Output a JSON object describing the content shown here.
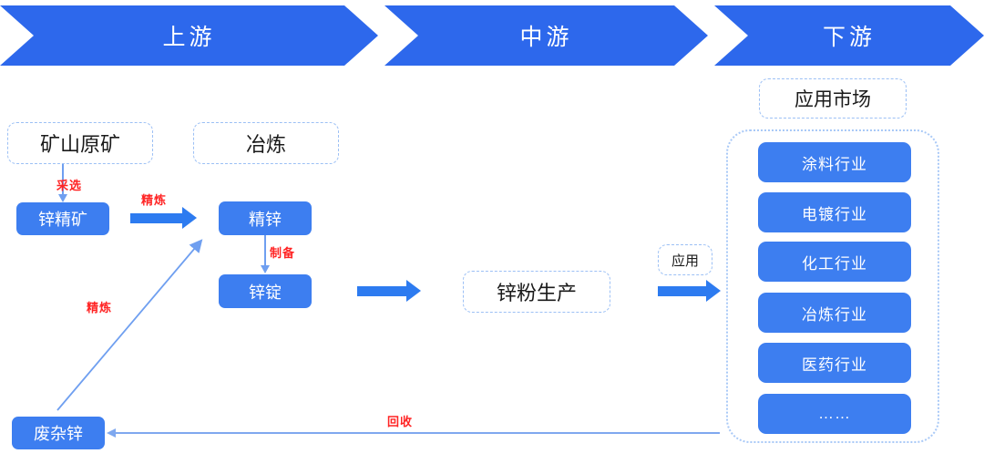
{
  "banner": {
    "stages": [
      {
        "label": "上游"
      },
      {
        "label": "中游"
      },
      {
        "label": "下游"
      }
    ]
  },
  "nodes": {
    "mine": "矿山原矿",
    "smelting": "冶炼",
    "zinc_concentrate": "锌精矿",
    "refined_zinc": "精锌",
    "zinc_ingot": "锌锭",
    "zinc_powder_production": "锌粉生产",
    "scrap_zinc": "废杂锌",
    "application": "应用",
    "application_market": "应用市场"
  },
  "edge_labels": {
    "mining_selection": "采选",
    "refining_top": "精炼",
    "preparation": "制备",
    "refining_bottom": "精炼",
    "recycling": "回收"
  },
  "industries": [
    {
      "label": "涂料行业"
    },
    {
      "label": "电镀行业"
    },
    {
      "label": "化工行业"
    },
    {
      "label": "冶炼行业"
    },
    {
      "label": "医药行业"
    },
    {
      "label": "……"
    }
  ],
  "colors": {
    "banner_blue": "#2d68ec",
    "box_blue": "#3d7ef0",
    "dashed_border": "#9cc0f5",
    "dotted_border": "#a9c9f7",
    "arrow_blue": "#2d7bf0",
    "thin_line": "#7fa8ef",
    "label_red": "#ff2424",
    "background": "#ffffff"
  }
}
